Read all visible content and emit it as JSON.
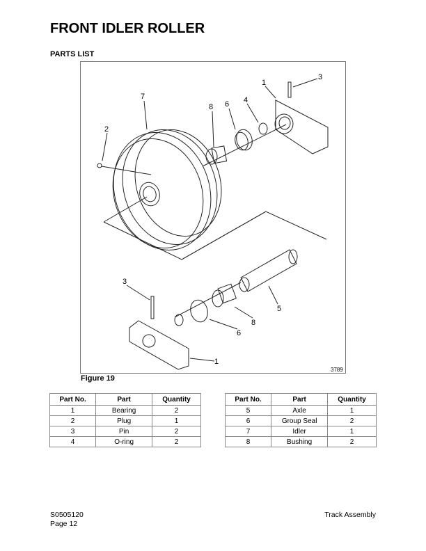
{
  "title": "FRONT IDLER ROLLER",
  "section": "PARTS LIST",
  "figure": {
    "caption": "Figure 19",
    "code": "3789",
    "callouts": {
      "u7": "7",
      "u2": "2",
      "u8": "8",
      "u6": "6",
      "u4": "4",
      "u1": "1",
      "u3": "3",
      "l3": "3",
      "l5": "5",
      "l8": "8",
      "l6": "6",
      "l1": "1"
    }
  },
  "tables": {
    "headers": [
      "Part No.",
      "Part",
      "Quantity"
    ],
    "left": [
      [
        "1",
        "Bearing",
        "2"
      ],
      [
        "2",
        "Plug",
        "1"
      ],
      [
        "3",
        "Pin",
        "2"
      ],
      [
        "4",
        "O-ring",
        "2"
      ]
    ],
    "right": [
      [
        "5",
        "Axle",
        "1"
      ],
      [
        "6",
        "Group Seal",
        "2"
      ],
      [
        "7",
        "Idler",
        "1"
      ],
      [
        "8",
        "Bushing",
        "2"
      ]
    ]
  },
  "footer": {
    "doc": "S0505120",
    "page": "Page 12",
    "section": "Track Assembly"
  }
}
